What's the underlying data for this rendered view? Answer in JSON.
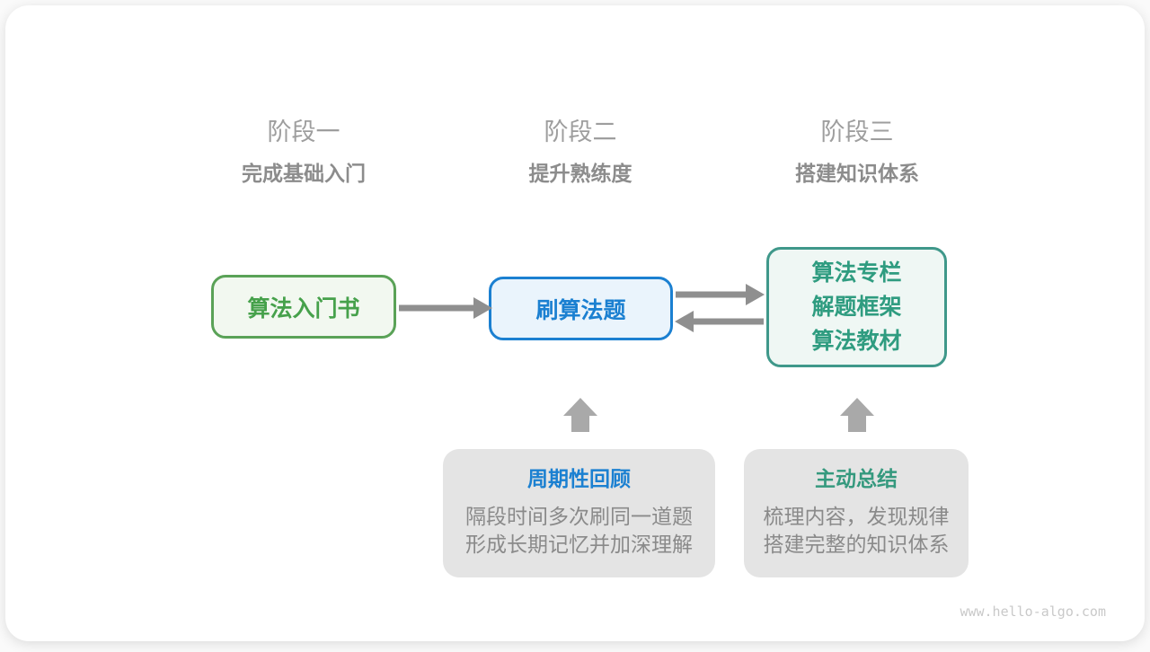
{
  "diagram": {
    "watermark": "www.hello-algo.com",
    "stages": [
      {
        "label": "阶段一",
        "subtitle": "完成基础入门"
      },
      {
        "label": "阶段二",
        "subtitle": "提升熟练度"
      },
      {
        "label": "阶段三",
        "subtitle": "搭建知识体系"
      }
    ],
    "nodes": {
      "intro_book": {
        "label": "算法入门书"
      },
      "practice": {
        "label": "刷算法题"
      },
      "resources": {
        "lines": [
          "算法专栏",
          "解题框架",
          "算法教材"
        ]
      }
    },
    "callouts": [
      {
        "title": "周期性回顾",
        "lines": [
          "隔段时间多次刷同一道题",
          "形成长期记忆并加深理解"
        ]
      },
      {
        "title": "主动总结",
        "lines": [
          "梳理内容，发现规律",
          "搭建完整的知识体系"
        ]
      }
    ],
    "colors": {
      "stage_label": "#9e9e9e",
      "stage_subtitle": "#8c8c8c",
      "green_text": "#46a14b",
      "green_border": "#5aa257",
      "green_bg": "#f2f8f0",
      "blue_text": "#1b80d1",
      "blue_border": "#1b80d1",
      "blue_bg": "#eaf4fc",
      "teal_text": "#2f9c80",
      "teal_border": "#3f988a",
      "teal_bg": "#eff7f4",
      "callout_bg": "#e4e4e4",
      "callout_body_text": "#8a8a8a",
      "arrow": "#8f8f8f",
      "block_arrow": "#a9a9a9",
      "watermark_text": "#c9c9c9",
      "card_bg": "#ffffff"
    }
  }
}
